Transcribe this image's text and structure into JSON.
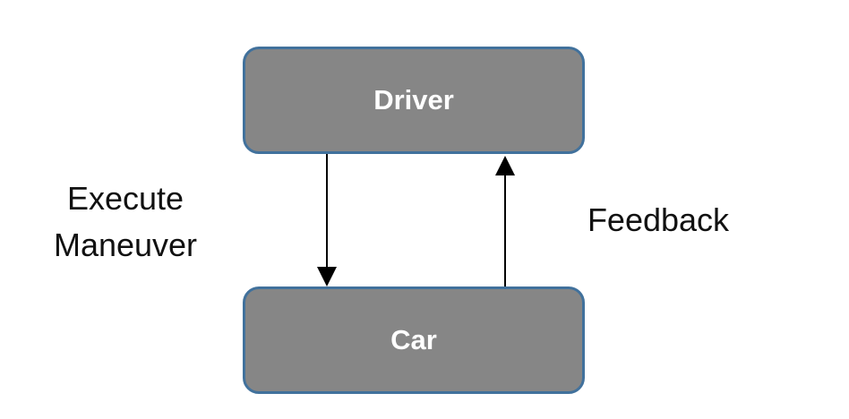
{
  "diagram": {
    "nodes": {
      "driver": {
        "label": "Driver"
      },
      "car": {
        "label": "Car"
      }
    },
    "edges": [
      {
        "from": "driver",
        "to": "car",
        "label_lines": [
          "Execute",
          "Maneuver"
        ]
      },
      {
        "from": "car",
        "to": "driver",
        "label_lines": [
          "Feedback"
        ]
      }
    ]
  },
  "colors": {
    "node_fill": "#868686",
    "node_border": "#41719c",
    "node_text": "#ffffff",
    "arrow": "#000000",
    "label_text": "#111111"
  }
}
